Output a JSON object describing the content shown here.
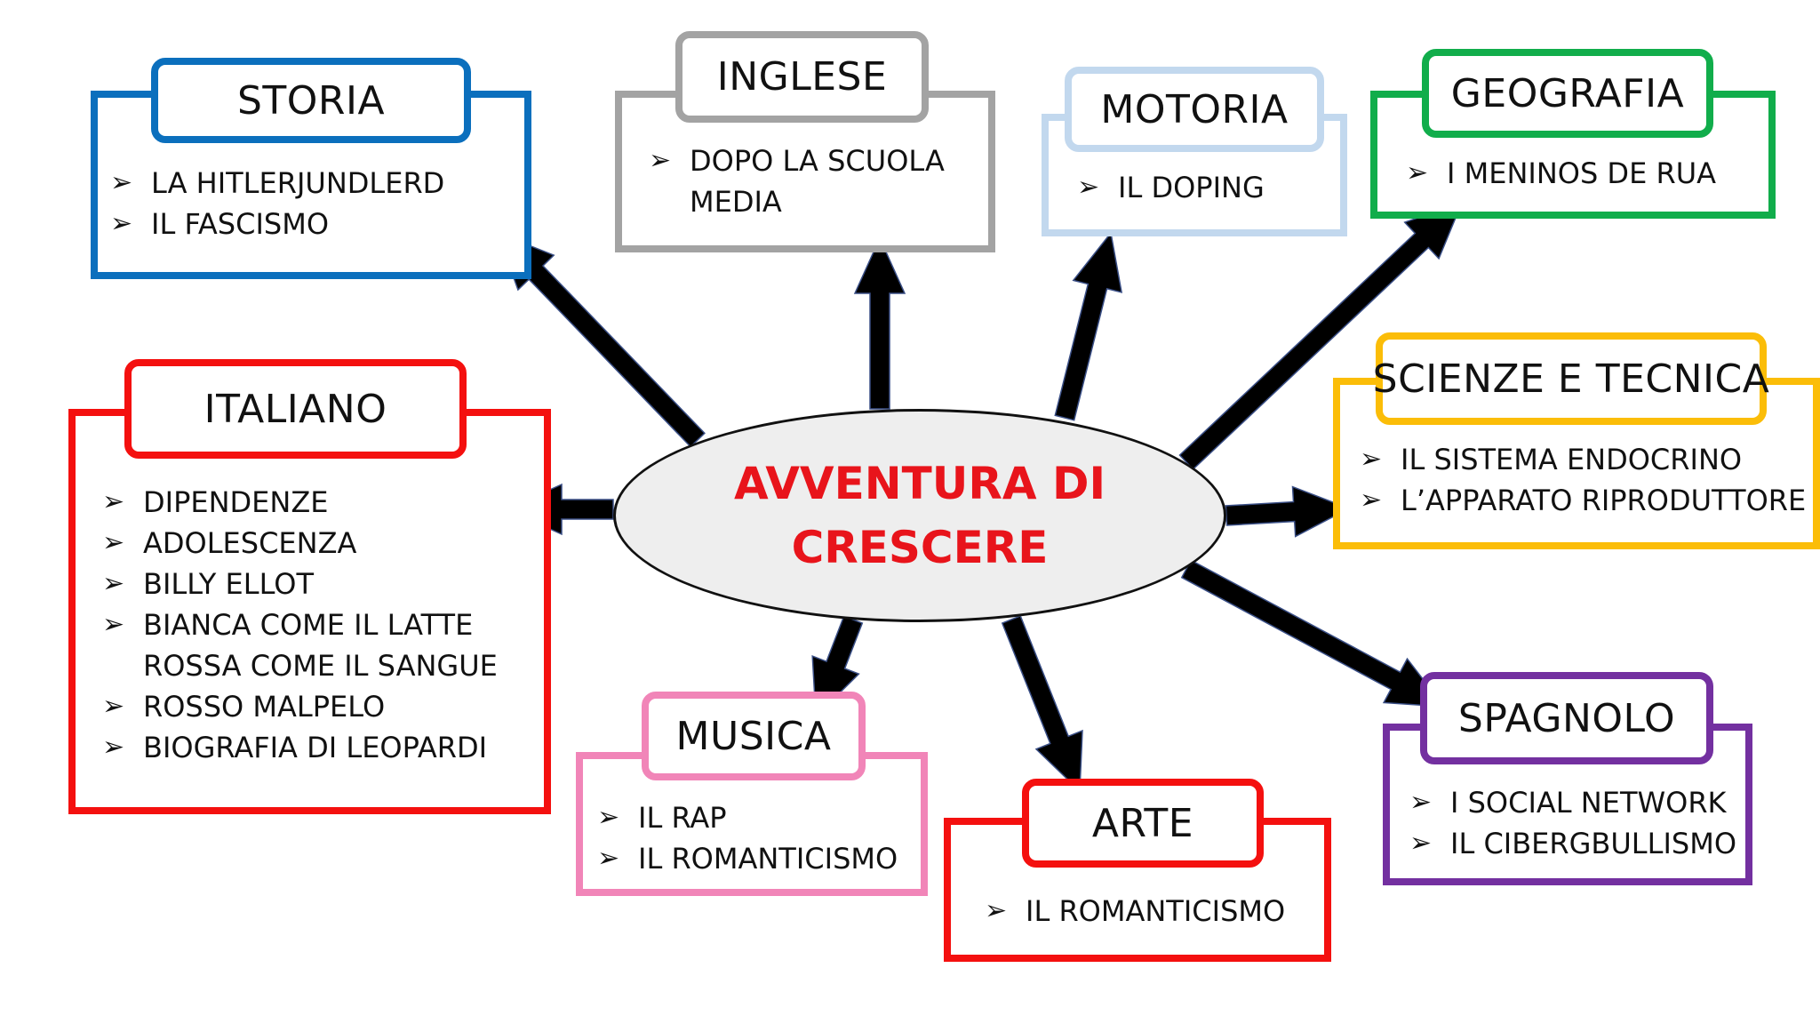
{
  "center": {
    "line1": "AVVENTURA DI",
    "line2": "CRESCERE",
    "color": "#e8141b"
  },
  "colors": {
    "storia": "#0b6fbd",
    "inglese": "#a3a3a3",
    "motoria": "#c2d8ee",
    "geografia": "#11ad4b",
    "scienze": "#fbbd08",
    "italiano": "#f4100f",
    "musica": "#f185b8",
    "arte": "#f4100f",
    "spagnolo": "#7330a0",
    "arrow": "#000000"
  },
  "subjects": {
    "storia": {
      "title": "STORIA",
      "items": [
        "LA HITLERJUNDLERD",
        "IL FASCISMO"
      ]
    },
    "inglese": {
      "title": "INGLESE",
      "items": [
        "DOPO LA SCUOLA",
        "MEDIA"
      ]
    },
    "motoria": {
      "title": "MOTORIA",
      "items": [
        "IL DOPING"
      ]
    },
    "geografia": {
      "title": "GEOGRAFIA",
      "items": [
        "I MENINOS DE RUA"
      ]
    },
    "scienze": {
      "title": "SCIENZE E TECNICA",
      "items": [
        "IL SISTEMA ENDOCRINO",
        "L’APPARATO RIPRODUTTORE"
      ]
    },
    "italiano": {
      "title": "ITALIANO",
      "items": [
        "DIPENDENZE",
        "ADOLESCENZA",
        "BILLY ELLOT",
        "BIANCA COME IL LATTE",
        "ROSSA COME IL SANGUE",
        "ROSSO MALPELO",
        "BIOGRAFIA DI LEOPARDI"
      ]
    },
    "musica": {
      "title": "MUSICA",
      "items": [
        "IL RAP",
        "IL ROMANTICISMO"
      ]
    },
    "arte": {
      "title": "ARTE",
      "items": [
        "IL ROMANTICISMO"
      ]
    },
    "spagnolo": {
      "title": "SPAGNOLO",
      "items": [
        "I SOCIAL NETWORK",
        "IL CIBERGBULLISMO"
      ]
    }
  }
}
